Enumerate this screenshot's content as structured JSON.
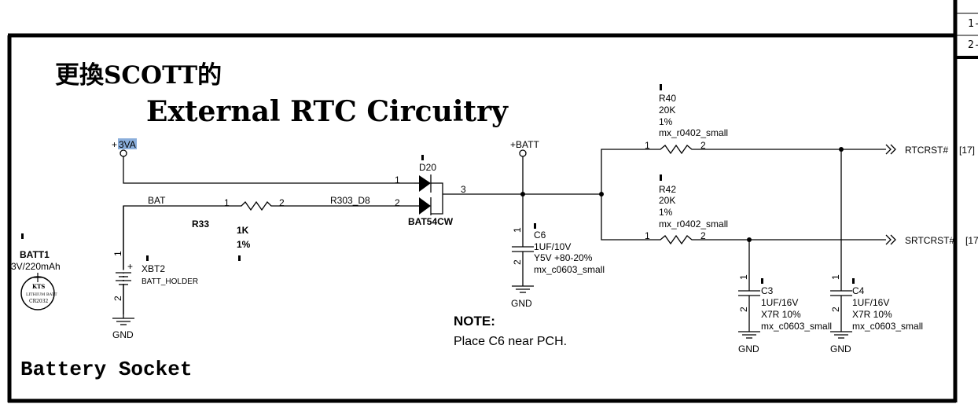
{
  "sheet": {
    "title_cn": "更換SCOTT的",
    "title": "External RTC Circuitry",
    "section_label": "Battery Socket",
    "revision_rows": [
      "1-",
      "2-"
    ]
  },
  "nets": {
    "vcc_3va_prefix": "+",
    "vcc_3va_name": "3VA",
    "vbatt": "+BATT",
    "bat": "BAT",
    "r303_d8": "R303_D8",
    "rtcrst": "RTCRST#",
    "rtcrst_ref": "[17]",
    "srtcrst": "SRTCRST#",
    "srtcrst_ref": "[17",
    "gnd": "GND"
  },
  "components": {
    "batt1": {
      "ref": "BATT1",
      "value": "3V/220mAh",
      "mark": "KTS",
      "type": "LITHIUM BATT",
      "model": "CR2032"
    },
    "xbt2": {
      "ref": "XBT2",
      "value": "BATT_HOLDER",
      "pin1": "1",
      "pin2": "2",
      "plus": "+"
    },
    "r33": {
      "ref": "R33",
      "value": "1K",
      "tol": "1%",
      "pin1": "1",
      "pin2": "2"
    },
    "d20": {
      "ref": "D20",
      "value": "BAT54CW",
      "pin1": "1",
      "pin2": "2",
      "pin3": "3"
    },
    "c6": {
      "ref": "C6",
      "value": "1UF/10V",
      "dielectric": "Y5V +80-20%",
      "footprint": "mx_c0603_small",
      "pin1": "1",
      "pin2": "2"
    },
    "r40": {
      "ref": "R40",
      "value": "20K",
      "tol": "1%",
      "footprint": "mx_r0402_small",
      "pin1": "1",
      "pin2": "2"
    },
    "r42": {
      "ref": "R42",
      "value": "20K",
      "tol": "1%",
      "footprint": "mx_r0402_small",
      "pin1": "1",
      "pin2": "2"
    },
    "c3": {
      "ref": "C3",
      "value": "1UF/16V",
      "dielectric": "X7R 10%",
      "footprint": "mx_c0603_small",
      "pin1": "1",
      "pin2": "2"
    },
    "c4": {
      "ref": "C4",
      "value": "1UF/16V",
      "dielectric": "X7R 10%",
      "footprint": "mx_c0603_small",
      "pin1": "1",
      "pin2": "2"
    }
  },
  "note": {
    "heading": "NOTE:",
    "body": "Place C6 near PCH."
  }
}
